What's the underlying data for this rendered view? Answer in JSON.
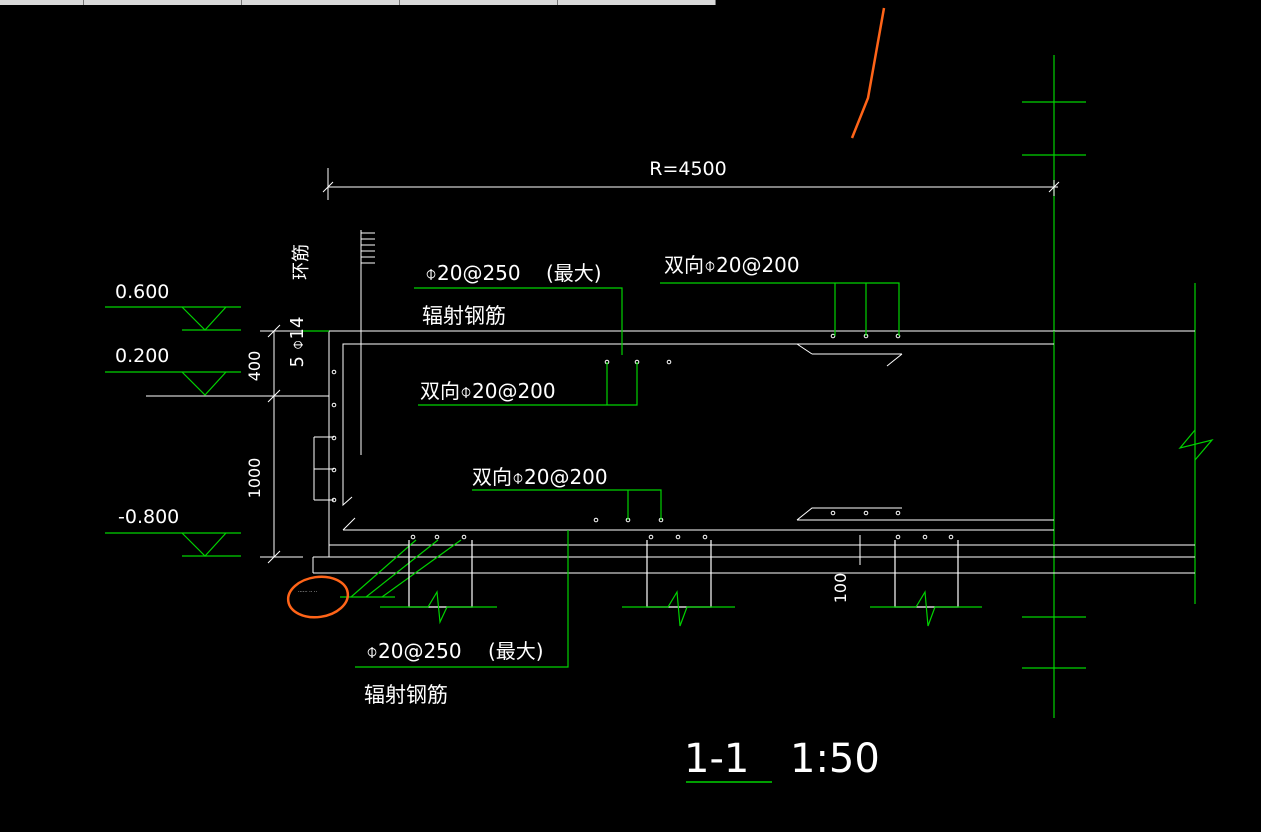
{
  "colors": {
    "background": "#000000",
    "line_white": "#ffffff",
    "line_green": "#00d200",
    "annotation_orange": "#ff6418"
  },
  "tabs": [
    "",
    "",
    "",
    "",
    ""
  ],
  "labels": {
    "radius": "R=4500",
    "ring_bar_spec": "5 ⌽14",
    "ring_bar_name": "环筋",
    "top_radial_spec": "⌽20@250",
    "top_radial_note": "(最大)",
    "top_radial_name": "辐射钢筋",
    "top_right_twoway": "双向⌽20@200",
    "mid_twoway": "双向⌽20@200",
    "bottom_twoway": "双向⌽20@200",
    "bottom_radial_spec": "⌽20@250",
    "bottom_radial_note": "(最大)",
    "bottom_radial_name": "辐射钢筋",
    "elev_1": "0.600",
    "elev_2": "0.200",
    "elev_3": "-0.800",
    "dim_400": "400",
    "dim_1000": "1000",
    "dim_100": "100",
    "section_label": "1-1",
    "scale_label": "1:50",
    "circled_note": "······ ·· ··"
  },
  "icons": [
    "elevation-marker-icon",
    "break-line-icon",
    "hatch-icon",
    "annotation-circle-icon"
  ]
}
